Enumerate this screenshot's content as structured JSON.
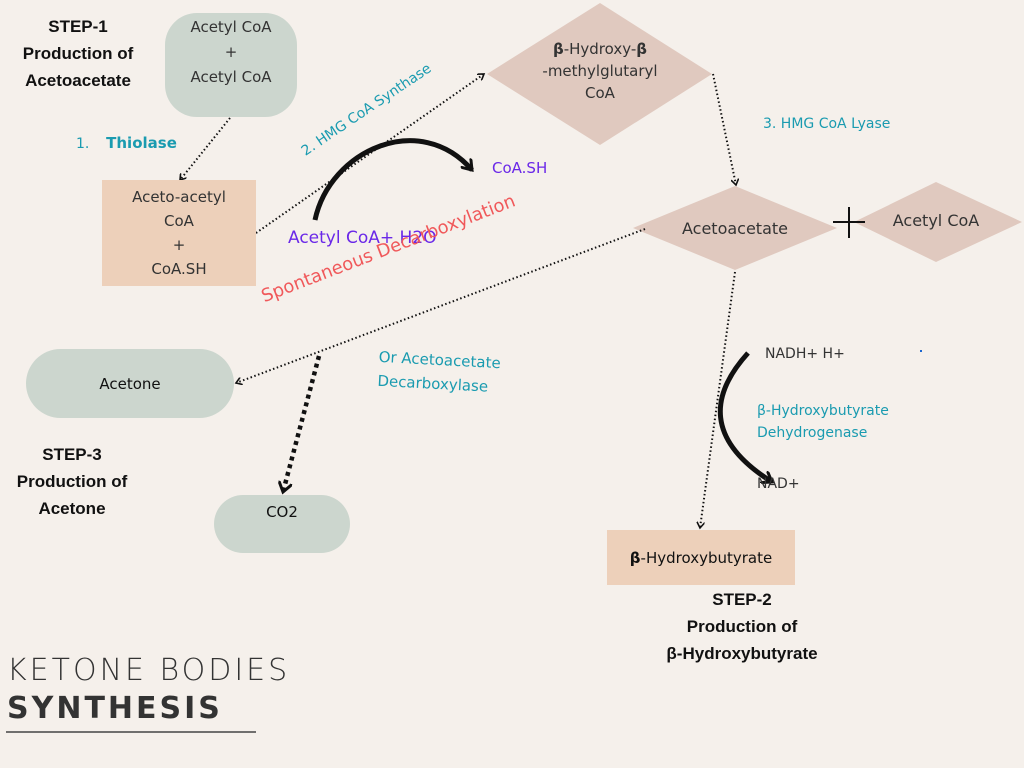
{
  "title": {
    "line1": "KETONE BODIES",
    "line2": "SYNTHESIS"
  },
  "steps": {
    "step1": {
      "label": "STEP-1",
      "line1": "Production of",
      "line2": "Acetoacetate"
    },
    "step2": {
      "label": "STEP-2",
      "line1": "Production of",
      "line2": "β-Hydroxybutyrate"
    },
    "step3": {
      "label": "STEP-3",
      "line1": "Production of",
      "line2": "Acetone"
    }
  },
  "nodes": {
    "acetyl_coa_pair": {
      "line1": "Acetyl CoA",
      "line2": "+",
      "line3": "Acetyl CoA"
    },
    "acetoacetyl_coa": {
      "line1": "Aceto-acetyl",
      "line2": "CoA",
      "line3": "+",
      "line4": "CoA.SH"
    },
    "hmg_coa": {
      "beta1": "β",
      "part1": "-Hydroxy-",
      "beta2": "β",
      "line2": "-methylglutaryl",
      "line3": "CoA"
    },
    "acetoacetate": {
      "label": "Acetoacetate"
    },
    "acetyl_coa_product": {
      "label": "Acetyl CoA"
    },
    "acetone": {
      "label": "Acetone"
    },
    "co2": {
      "label": "CO2"
    },
    "beta_hydroxybutyrate": {
      "beta": "β",
      "rest": "-Hydroxybutyrate"
    }
  },
  "enzymes": {
    "thiolase_num": "1.",
    "thiolase": "Thiolase",
    "hmg_coa_synthase": "2. HMG CoA Synthase",
    "hmg_coa_lyase": "3. HMG CoA Lyase",
    "bhb_dehydrogenase_line1": "β-Hydroxybutyrate",
    "bhb_dehydrogenase_line2": "Dehydrogenase",
    "spontaneous": "Spontaneous Decarboxylation",
    "or_line1": "Or Acetoacetate",
    "or_line2": "Decarboxylase"
  },
  "cofactors": {
    "acetyl_coa_h2o": "Acetyl CoA+ H2O",
    "coa_sh": "CoA.SH",
    "nadh": "NADH+ H+",
    "nad": "NAD+",
    "plus_sign": "+"
  },
  "colors": {
    "background": "#f5f0eb",
    "sage": "#ccd6ce",
    "peach": "#edd0ba",
    "diamond": "#e0c9bf",
    "enzyme_teal": "#1a9bb0",
    "cofactor_purple": "#6a28e8",
    "spontaneous_red": "#f0585a"
  }
}
